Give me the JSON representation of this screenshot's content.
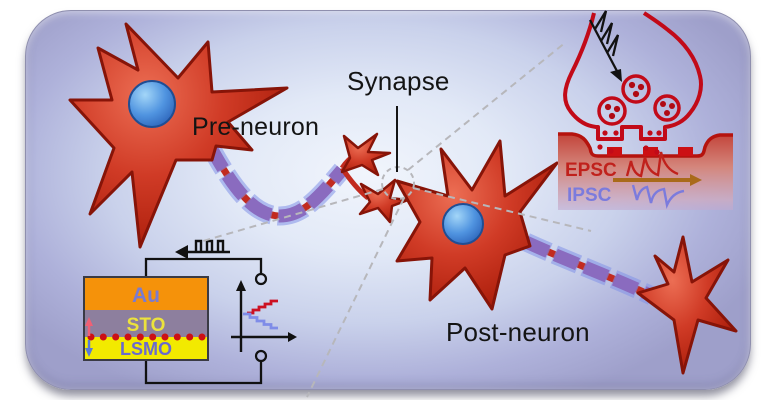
{
  "figure": {
    "labels": {
      "pre_neuron": "Pre-neuron",
      "synapse": "Synapse",
      "post_neuron": "Post-neuron"
    },
    "inset": {
      "epsc_label": "EPSC",
      "ipsc_label": "IPSC"
    },
    "device": {
      "layers": [
        {
          "name": "Au",
          "fill": "#f5920a",
          "label_color": "#7b7bd0"
        },
        {
          "name": "STO",
          "fill": "#8d7f9e",
          "label_color": "#ece23c"
        },
        {
          "name": "LSMO",
          "fill": "#f2ea00",
          "label_color": "#6a6ace"
        }
      ]
    },
    "colors": {
      "neuron_red": "#c5321f",
      "neuron_outline": "#871408",
      "nucleus_blue": "#3f7fd2",
      "myelin_purple": "#8a6bbf",
      "myelin_glow": "#8292e8",
      "epsc_red": "#c0211c",
      "ipsc_blue": "#7b7bdd",
      "arrow_brown": "#a96a1a",
      "synapse_outline_red": "#c20a18",
      "background_lavender": "#9e9fca",
      "dashed_gray": "#b7b7bb"
    }
  }
}
